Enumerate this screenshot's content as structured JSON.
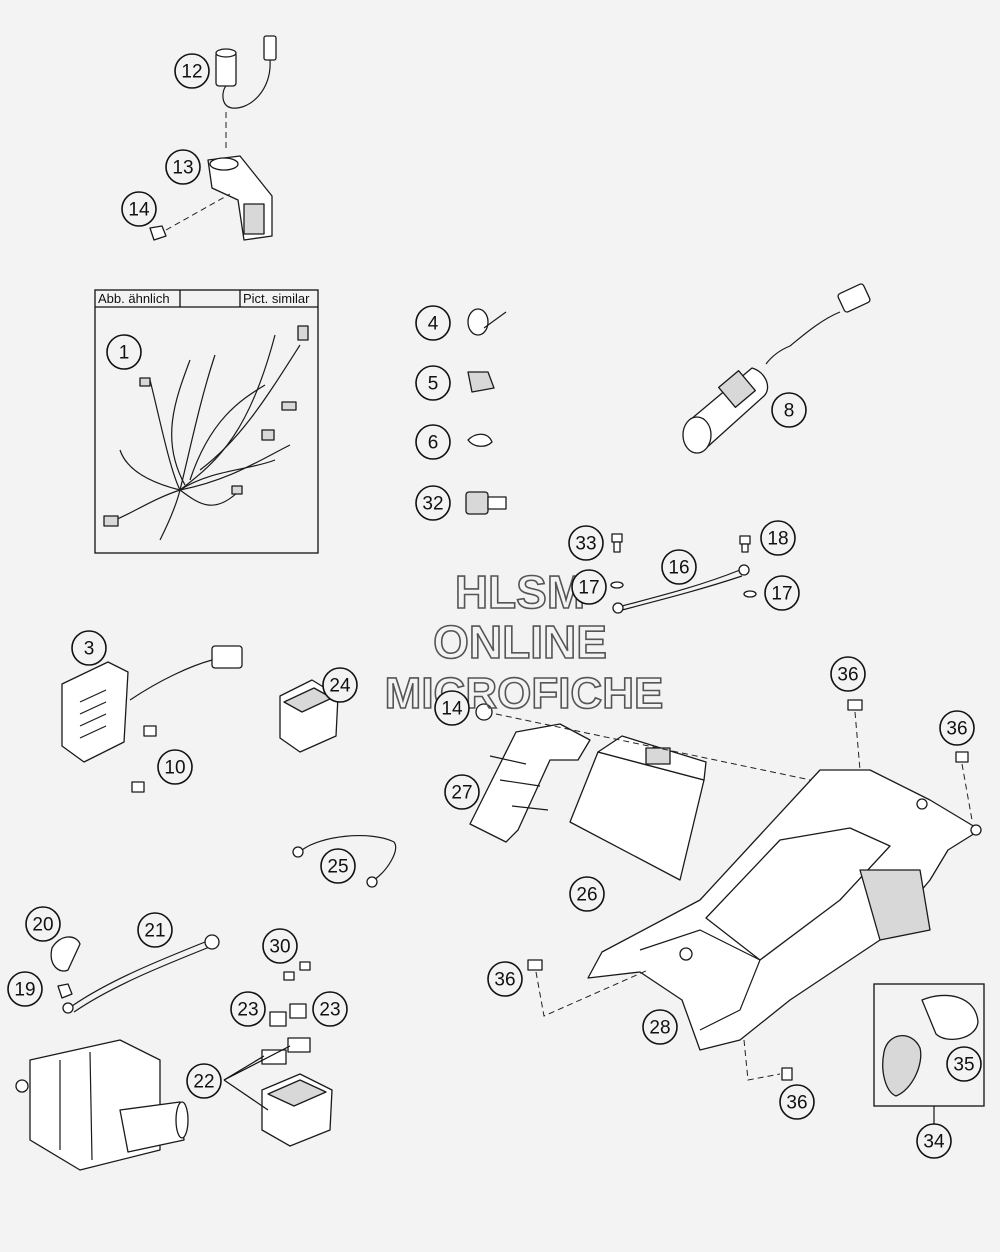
{
  "box_label_de": "Abb. ähnlich",
  "box_label_en": "Pict. similar",
  "watermark": [
    "HLSM",
    "ONLINE",
    "MICROFICHE"
  ],
  "callouts": [
    {
      "id": "c12",
      "label": "12"
    },
    {
      "id": "c13",
      "label": "13"
    },
    {
      "id": "c14a",
      "label": "14"
    },
    {
      "id": "c1",
      "label": "1"
    },
    {
      "id": "c4",
      "label": "4"
    },
    {
      "id": "c5",
      "label": "5"
    },
    {
      "id": "c6",
      "label": "6"
    },
    {
      "id": "c32",
      "label": "32"
    },
    {
      "id": "c8",
      "label": "8"
    },
    {
      "id": "c33",
      "label": "33"
    },
    {
      "id": "c18",
      "label": "18"
    },
    {
      "id": "c16",
      "label": "16"
    },
    {
      "id": "c17a",
      "label": "17"
    },
    {
      "id": "c17b",
      "label": "17"
    },
    {
      "id": "c3",
      "label": "3"
    },
    {
      "id": "c24",
      "label": "24"
    },
    {
      "id": "c10",
      "label": "10"
    },
    {
      "id": "c36a",
      "label": "36"
    },
    {
      "id": "c36b",
      "label": "36"
    },
    {
      "id": "c14b",
      "label": "14"
    },
    {
      "id": "c27",
      "label": "27"
    },
    {
      "id": "c25",
      "label": "25"
    },
    {
      "id": "c26",
      "label": "26"
    },
    {
      "id": "c20",
      "label": "20"
    },
    {
      "id": "c21",
      "label": "21"
    },
    {
      "id": "c30",
      "label": "30"
    },
    {
      "id": "c19",
      "label": "19"
    },
    {
      "id": "c23a",
      "label": "23"
    },
    {
      "id": "c23b",
      "label": "23"
    },
    {
      "id": "c36c",
      "label": "36"
    },
    {
      "id": "c28",
      "label": "28"
    },
    {
      "id": "c35",
      "label": "35"
    },
    {
      "id": "c22",
      "label": "22"
    },
    {
      "id": "c36d",
      "label": "36"
    },
    {
      "id": "c34",
      "label": "34"
    }
  ]
}
